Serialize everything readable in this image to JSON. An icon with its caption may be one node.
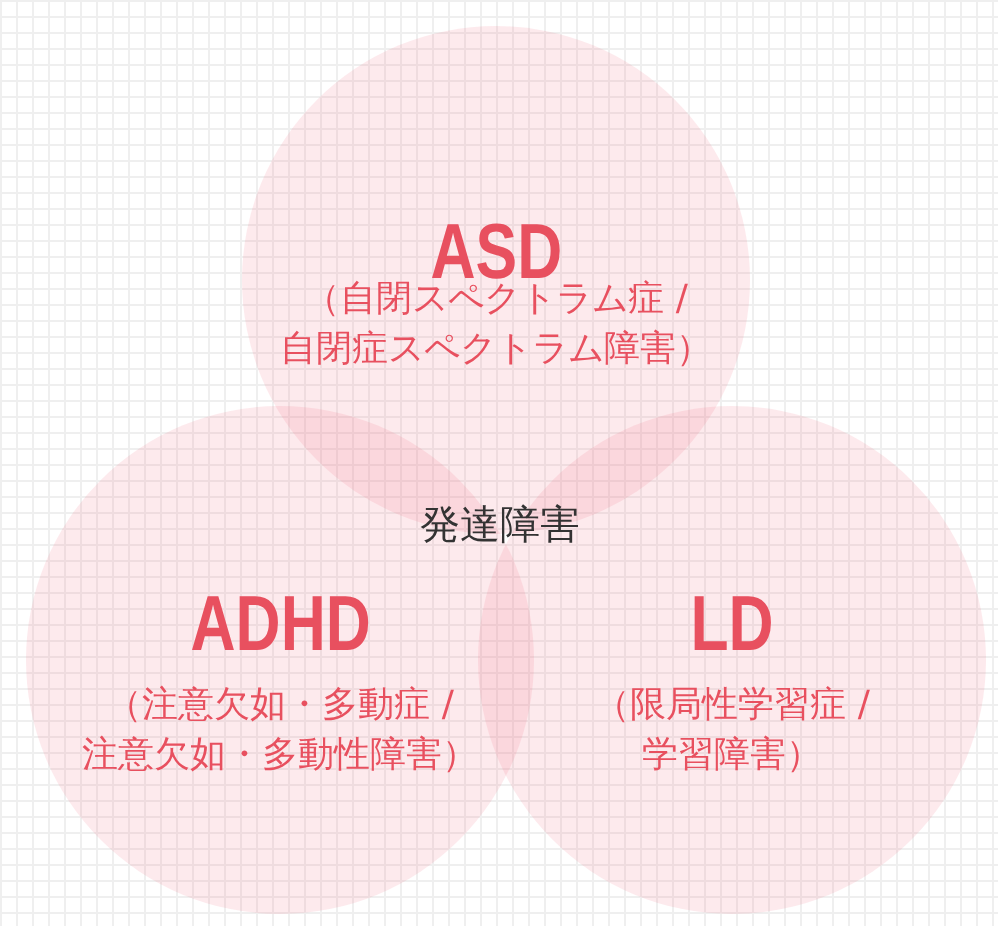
{
  "diagram": {
    "nodes": [
      {
        "text": [
          "ASD",
          "（自閉スペクトラム症 / 自閉症スペクトラム障害）"
        ]
      },
      {
        "text": [
          "ADHD",
          "（注意欠如・多動症 / 注意欠如・多動性障害）"
        ]
      },
      {
        "text": [
          "LD",
          "（限局性学習症 / 学習障害）"
        ]
      }
    ],
    "labels": [
      "発達障害"
    ]
  }
}
